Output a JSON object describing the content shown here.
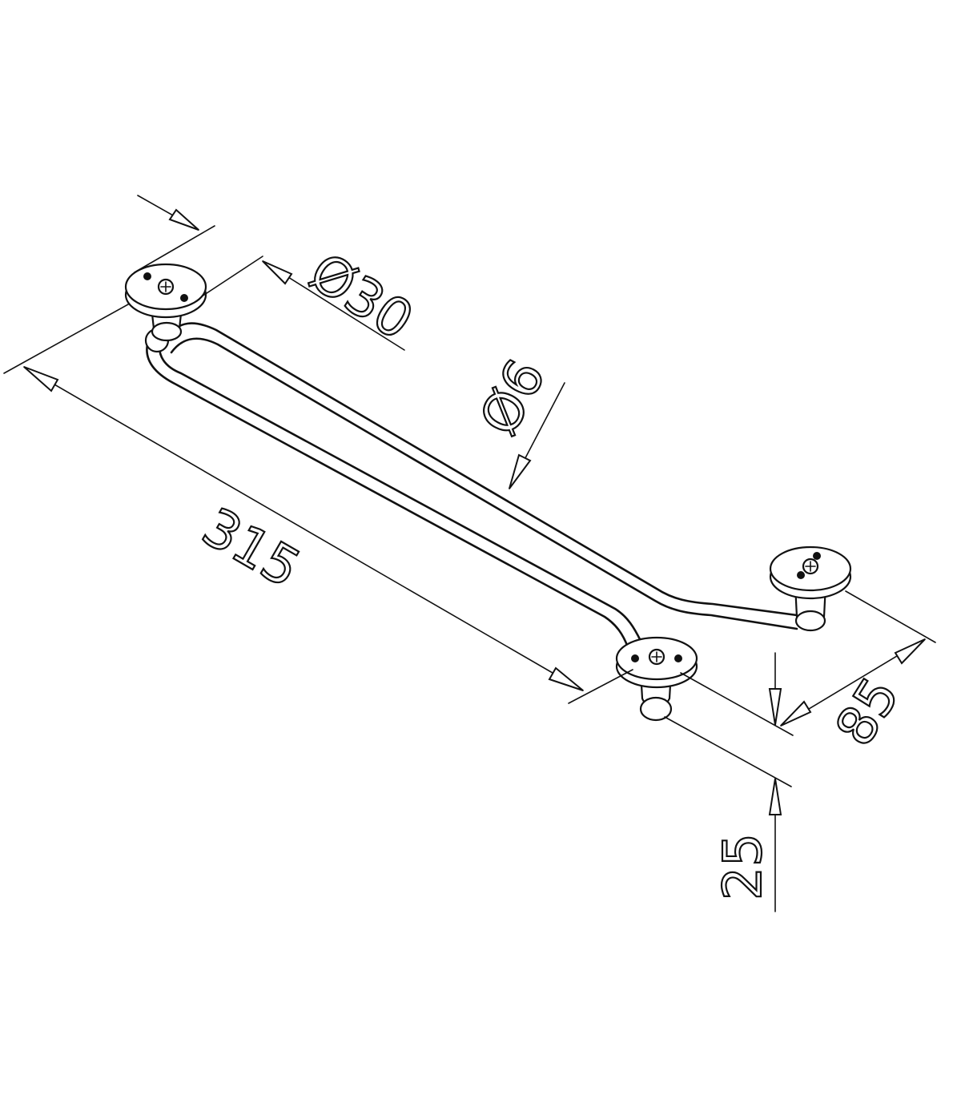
{
  "dimensions": {
    "flange_diameter": "Ø30",
    "rod_diameter": "Ø6",
    "length": "315",
    "depth": "85",
    "height": "25"
  }
}
